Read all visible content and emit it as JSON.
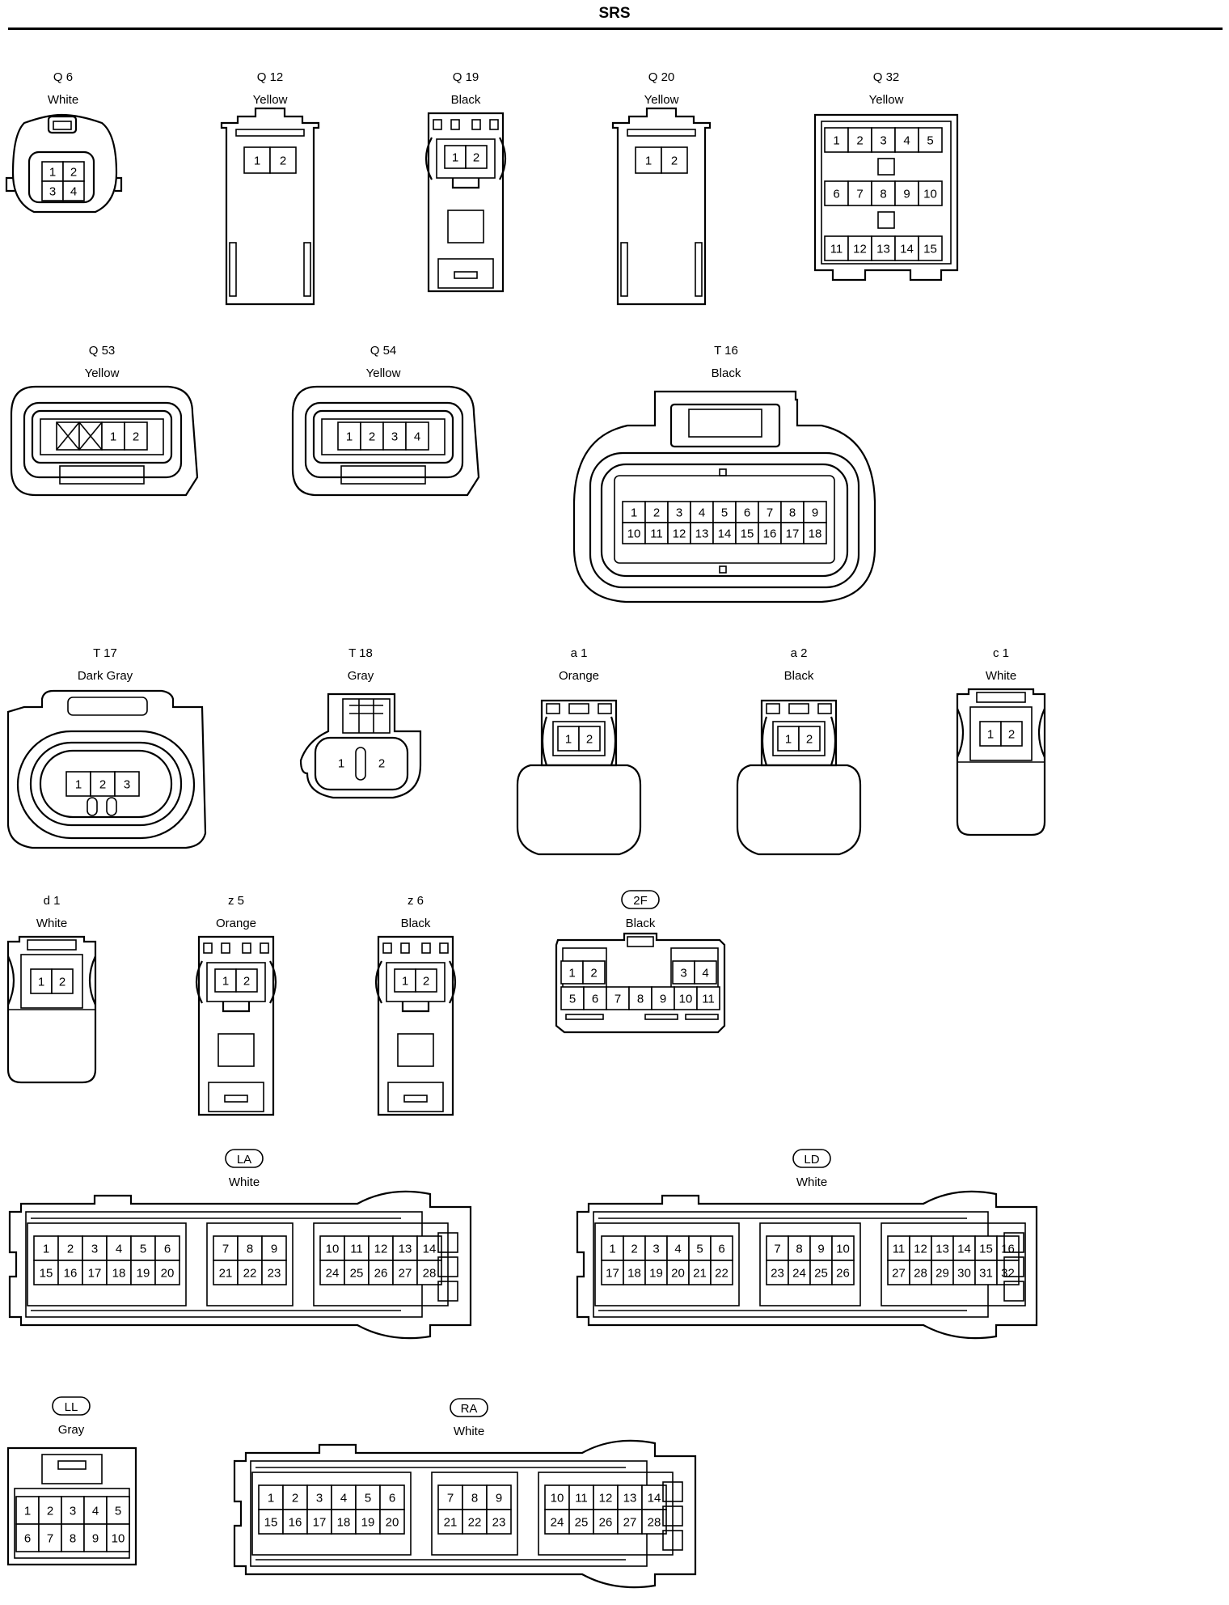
{
  "title": "SRS",
  "connectors": [
    {
      "id": "Q6",
      "code": "Q 6",
      "color": "White",
      "rows": [
        [
          "1",
          "2"
        ],
        [
          "3",
          "4"
        ]
      ]
    },
    {
      "id": "Q12",
      "code": "Q 12",
      "color": "Yellow",
      "rows": [
        [
          "1",
          "2"
        ]
      ]
    },
    {
      "id": "Q19",
      "code": "Q 19",
      "color": "Black",
      "rows": [
        [
          "1",
          "2"
        ]
      ]
    },
    {
      "id": "Q20",
      "code": "Q 20",
      "color": "Yellow",
      "rows": [
        [
          "1",
          "2"
        ]
      ]
    },
    {
      "id": "Q32",
      "code": "Q 32",
      "color": "Yellow",
      "rows": [
        [
          "1",
          "2",
          "3",
          "4",
          "5"
        ],
        [
          "6",
          "7",
          "8",
          "9",
          "10"
        ],
        [
          "11",
          "12",
          "13",
          "14",
          "15"
        ]
      ]
    },
    {
      "id": "Q53",
      "code": "Q 53",
      "color": "Yellow",
      "rows": [
        [
          "X",
          "X",
          "1",
          "2"
        ]
      ]
    },
    {
      "id": "Q54",
      "code": "Q 54",
      "color": "Yellow",
      "rows": [
        [
          "1",
          "2",
          "3",
          "4"
        ]
      ]
    },
    {
      "id": "T16",
      "code": "T 16",
      "color": "Black",
      "rows": [
        [
          "1",
          "2",
          "3",
          "4",
          "5",
          "6",
          "7",
          "8",
          "9"
        ],
        [
          "10",
          "11",
          "12",
          "13",
          "14",
          "15",
          "16",
          "17",
          "18"
        ]
      ]
    },
    {
      "id": "T17",
      "code": "T 17",
      "color": "Dark Gray",
      "rows": [
        [
          "1",
          "2",
          "3"
        ]
      ]
    },
    {
      "id": "T18",
      "code": "T 18",
      "color": "Gray",
      "rows": [
        [
          "1",
          "2"
        ]
      ]
    },
    {
      "id": "a1",
      "code": "a 1",
      "color": "Orange",
      "rows": [
        [
          "1",
          "2"
        ]
      ]
    },
    {
      "id": "a2",
      "code": "a 2",
      "color": "Black",
      "rows": [
        [
          "1",
          "2"
        ]
      ]
    },
    {
      "id": "c1",
      "code": "c 1",
      "color": "White",
      "rows": [
        [
          "1",
          "2"
        ]
      ]
    },
    {
      "id": "d1",
      "code": "d 1",
      "color": "White",
      "rows": [
        [
          "1",
          "2"
        ]
      ]
    },
    {
      "id": "z5",
      "code": "z 5",
      "color": "Orange",
      "rows": [
        [
          "1",
          "2"
        ]
      ]
    },
    {
      "id": "z6",
      "code": "z 6",
      "color": "Black",
      "rows": [
        [
          "1",
          "2"
        ]
      ]
    },
    {
      "id": "2F",
      "code": "2F",
      "color": "Black",
      "boxed": true,
      "rows": [
        [
          "1",
          "2",
          "3",
          "4"
        ],
        [
          "5",
          "6",
          "7",
          "8",
          "9",
          "10",
          "11"
        ]
      ]
    },
    {
      "id": "LA",
      "code": "LA",
      "color": "White",
      "boxed": true,
      "groups": [
        [
          [
            "1",
            "2",
            "3",
            "4",
            "5",
            "6"
          ],
          [
            "15",
            "16",
            "17",
            "18",
            "19",
            "20"
          ]
        ],
        [
          [
            "7",
            "8",
            "9"
          ],
          [
            "21",
            "22",
            "23"
          ]
        ],
        [
          [
            "10",
            "11",
            "12",
            "13",
            "14"
          ],
          [
            "24",
            "25",
            "26",
            "27",
            "28"
          ]
        ]
      ]
    },
    {
      "id": "LD",
      "code": "LD",
      "color": "White",
      "boxed": true,
      "groups": [
        [
          [
            "1",
            "2",
            "3",
            "4",
            "5",
            "6"
          ],
          [
            "17",
            "18",
            "19",
            "20",
            "21",
            "22"
          ]
        ],
        [
          [
            "7",
            "8",
            "9",
            "10"
          ],
          [
            "23",
            "24",
            "25",
            "26"
          ]
        ],
        [
          [
            "11",
            "12",
            "13",
            "14",
            "15",
            "16"
          ],
          [
            "27",
            "28",
            "29",
            "30",
            "31",
            "32"
          ]
        ]
      ]
    },
    {
      "id": "LL",
      "code": "LL",
      "color": "Gray",
      "boxed": true,
      "rows": [
        [
          "1",
          "2",
          "3",
          "4",
          "5"
        ],
        [
          "6",
          "7",
          "8",
          "9",
          "10"
        ]
      ]
    },
    {
      "id": "RA",
      "code": "RA",
      "color": "White",
      "boxed": true,
      "groups": [
        [
          [
            "1",
            "2",
            "3",
            "4",
            "5",
            "6"
          ],
          [
            "15",
            "16",
            "17",
            "18",
            "19",
            "20"
          ]
        ],
        [
          [
            "7",
            "8",
            "9"
          ],
          [
            "21",
            "22",
            "23"
          ]
        ],
        [
          [
            "10",
            "11",
            "12",
            "13",
            "14"
          ],
          [
            "24",
            "25",
            "26",
            "27",
            "28"
          ]
        ]
      ]
    }
  ]
}
